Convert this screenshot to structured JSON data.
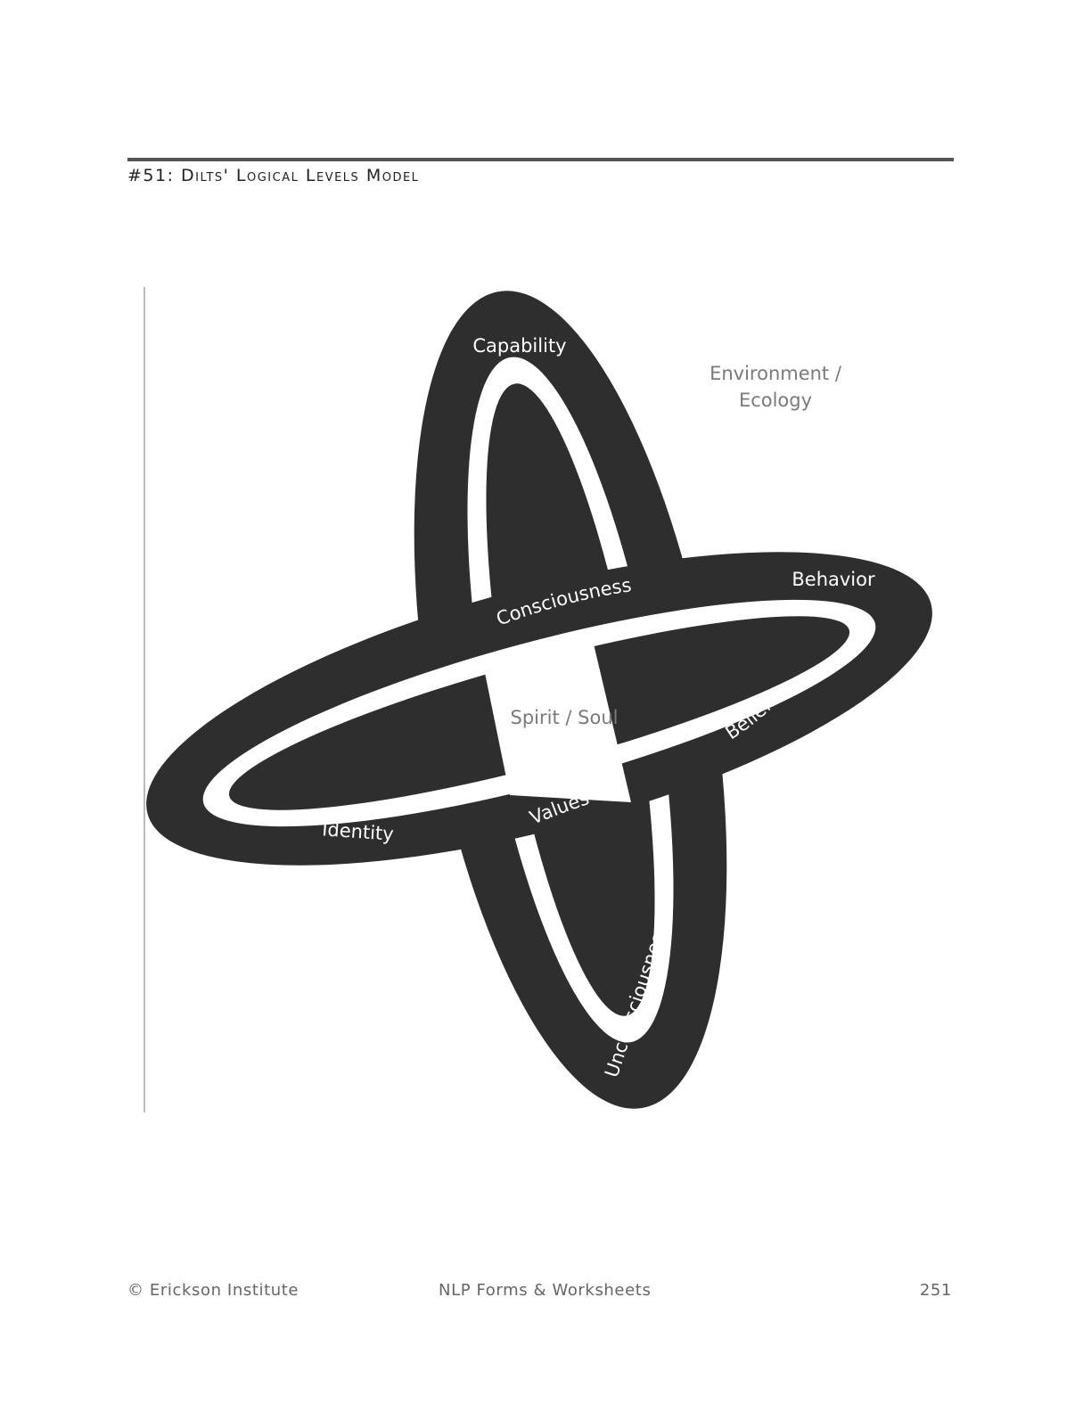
{
  "header": {
    "title": "#51: Dilts' Logical Levels Model"
  },
  "diagram": {
    "labels": {
      "capability": "Capability",
      "environment_line1": "Environment /",
      "environment_line2": "Ecology",
      "behavior": "Behavior",
      "consciousness": "Consciousness",
      "spirit_soul": "Spirit / Soul",
      "beliefs": "Beliefs",
      "values": "Values",
      "identity": "Identity",
      "unconsciousness": "Unconsciousness"
    },
    "colors": {
      "band": "#2e2e2e",
      "background": "#ffffff",
      "inside_label": "#ffffff",
      "outside_label": "#7a7a7a"
    }
  },
  "footer": {
    "copyright": "© Erickson Institute",
    "book": "NLP Forms & Worksheets",
    "page_number": "251"
  }
}
